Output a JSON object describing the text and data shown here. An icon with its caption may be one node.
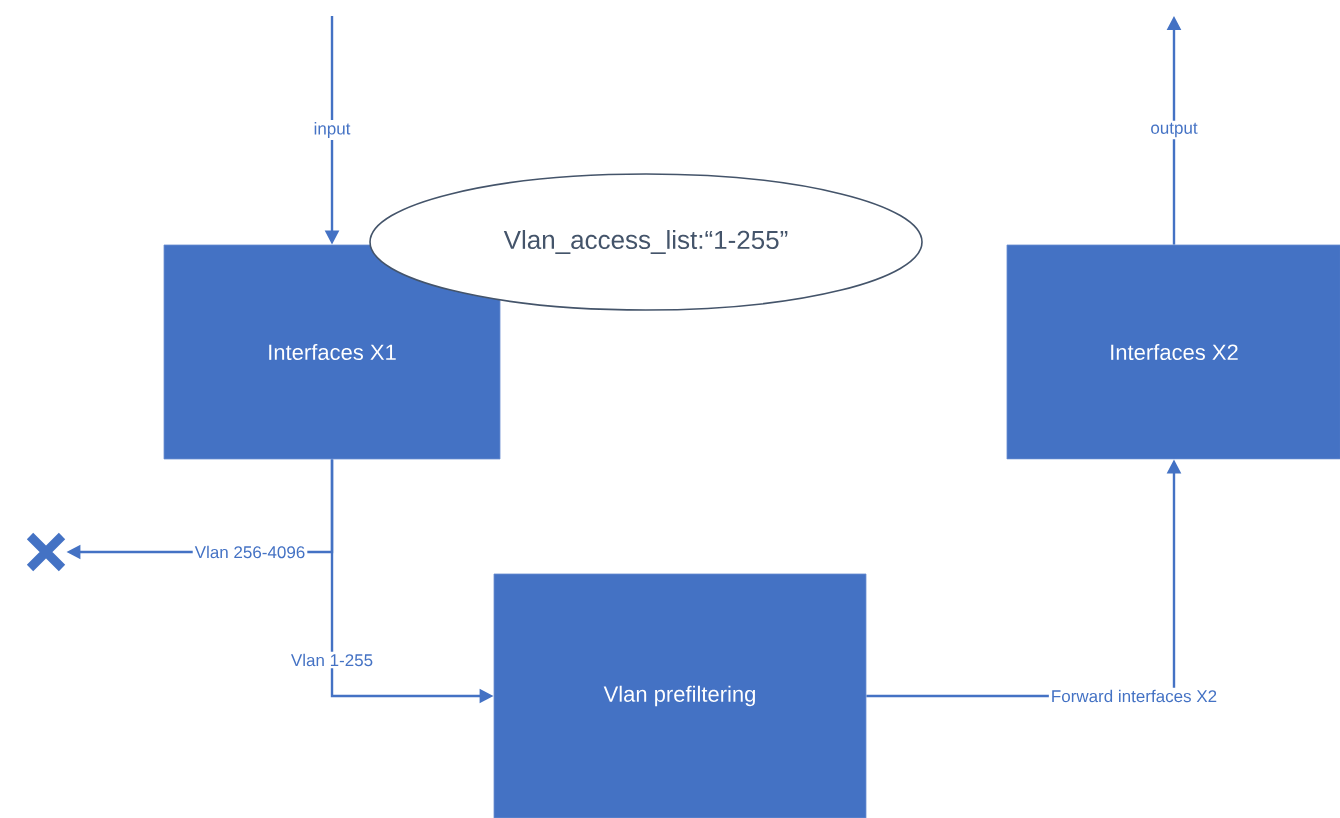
{
  "diagram": {
    "nodes": [
      {
        "text": [
          "Vlan_access_list:“1-255”"
        ]
      },
      {
        "text": [
          "Interfaces X1"
        ]
      },
      {
        "text": [
          "Interfaces X2"
        ]
      },
      {
        "text": [],
        "shape": "cross"
      },
      {
        "text": [
          "Vlan prefiltering"
        ]
      }
    ],
    "edges": [
      {
        "from": null,
        "to": 1,
        "arrow": "to",
        "label": "input"
      },
      {
        "from": 2,
        "to": null,
        "arrow": "to",
        "label": "output"
      },
      {
        "from": 1,
        "to": 3,
        "arrow": "to",
        "label": "Vlan 256-4096"
      },
      {
        "from": 1,
        "to": 4,
        "arrow": "to",
        "label": "Vlan 1-255"
      },
      {
        "from": 4,
        "to": 2,
        "arrow": "to",
        "label": "Forward interfaces X2"
      }
    ]
  }
}
